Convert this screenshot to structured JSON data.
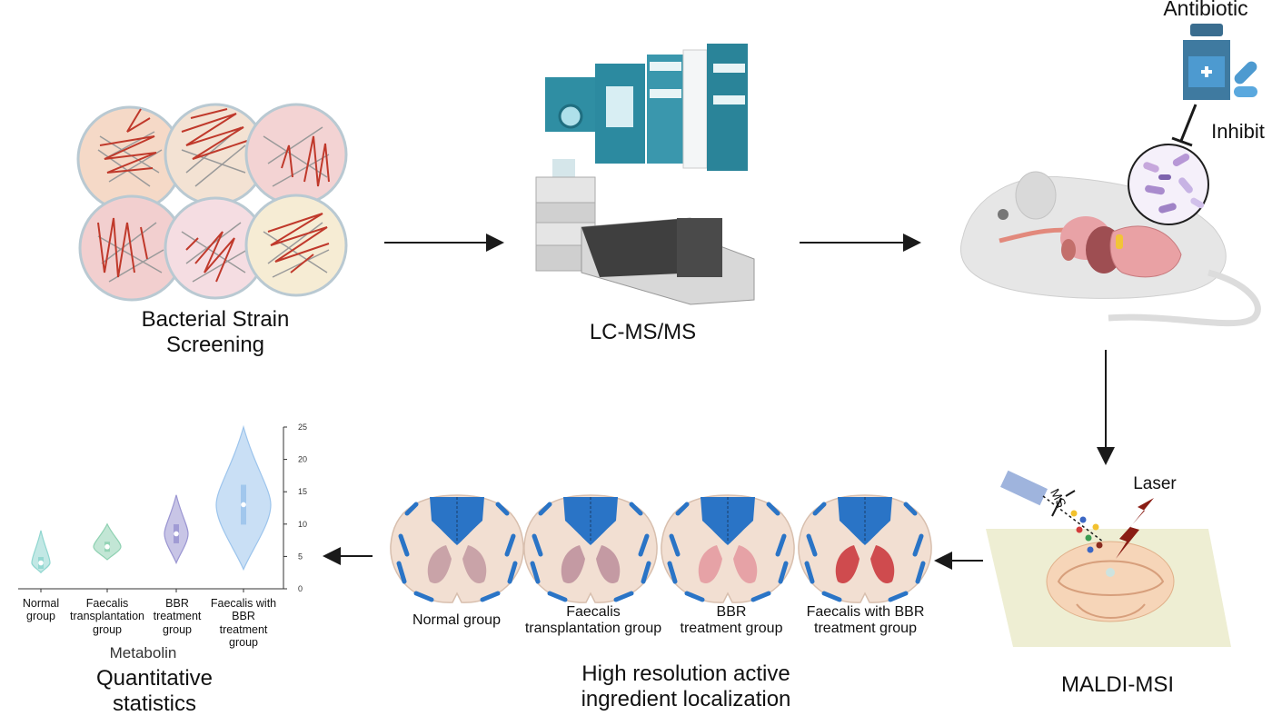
{
  "stages": {
    "screening": "Bacterial Strain\nScreening",
    "lcms": "LC-MS/MS",
    "maldi": "MALDI-MSI",
    "localization": "High resolution active\ningredient localization",
    "stats": "Quantitative\nstatistics"
  },
  "mouse": {
    "antibiotic": "Antibiotic",
    "inhibit": "Inhibit"
  },
  "maldi_panel": {
    "ms": "MS",
    "laser": "Laser"
  },
  "sections": [
    {
      "label": "Normal group",
      "tint": "#c9a3a8"
    },
    {
      "label": "Faecalis\ntransplantation group",
      "tint": "#c49aa3"
    },
    {
      "label": "BBR\ntreatment group",
      "tint": "#e6a2a6"
    },
    {
      "label": "Faecalis with BBR\ntreatment group",
      "tint": "#cf4b4e"
    }
  ],
  "colors": {
    "petri_red": "#c0392b",
    "lcms_teal": "#2f8ea3",
    "spinal_blue": "#2a74c6",
    "arrow": "#1a1a1a"
  },
  "chart_data": {
    "type": "violin",
    "categories": [
      "Normal\ngroup",
      "Faecalis\ntransplantation\ngroup",
      "BBR\ntreatment\ngroup",
      "Faecalis with\nBBR\ntreatment\ngroup"
    ],
    "medians": [
      4,
      6.5,
      8.5,
      13
    ],
    "ranges": [
      [
        2.5,
        9
      ],
      [
        4.5,
        10
      ],
      [
        4,
        14.5
      ],
      [
        3,
        25
      ]
    ],
    "colors": [
      "#8fd6cf",
      "#8fd1b2",
      "#9b96d2",
      "#9cc4ec"
    ],
    "ylim": [
      0,
      25
    ],
    "yticks": [
      0,
      5,
      10,
      15,
      20,
      25
    ],
    "xlabel": "Metabolin",
    "ylabel": ""
  }
}
